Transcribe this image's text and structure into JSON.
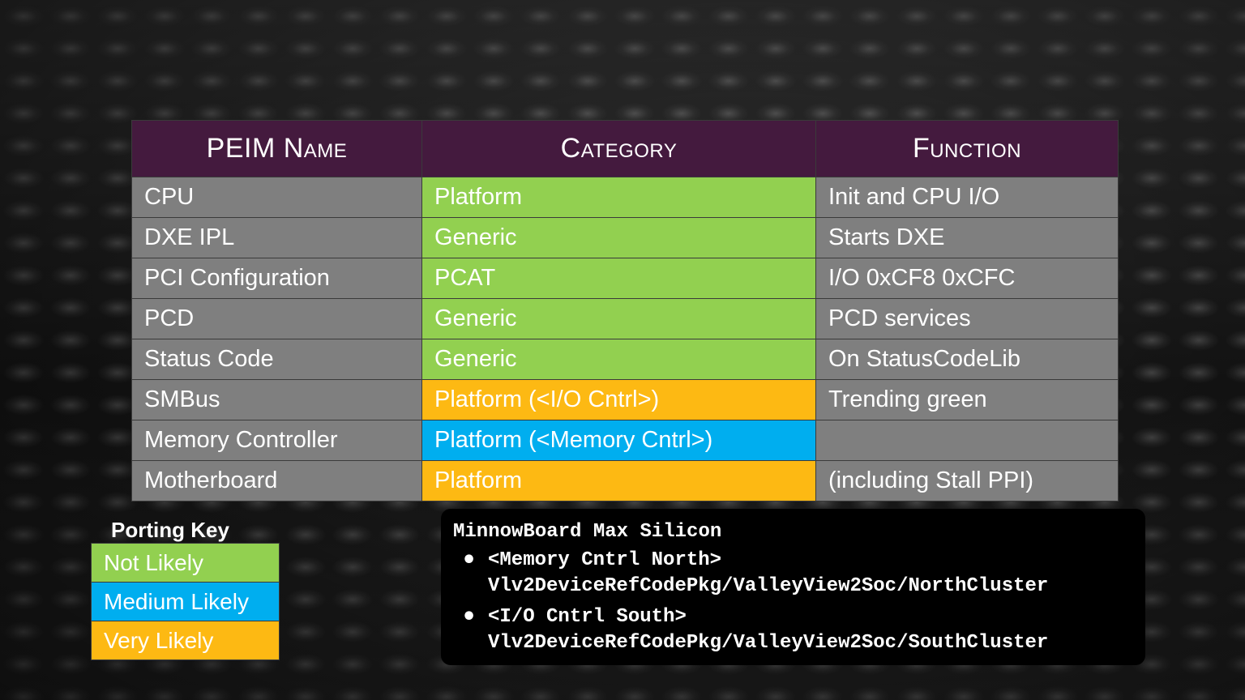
{
  "table": {
    "headers": [
      "PEIM Name",
      "Category",
      "Function"
    ],
    "rows": [
      {
        "name": "CPU",
        "category": "Platform",
        "category_color": "green",
        "function": "Init and CPU I/O"
      },
      {
        "name": "DXE IPL",
        "category": "Generic",
        "category_color": "green",
        "function": "Starts DXE"
      },
      {
        "name": "PCI Configuration",
        "category": "PCAT",
        "category_color": "green",
        "function": "I/O 0xCF8 0xCFC"
      },
      {
        "name": "PCD",
        "category": "Generic",
        "category_color": "green",
        "function": "PCD services"
      },
      {
        "name": "Status Code",
        "category": "Generic",
        "category_color": "green",
        "function": "On StatusCodeLib"
      },
      {
        "name": "SMBus",
        "category": "Platform (<I/O Cntrl>)",
        "category_color": "orange",
        "function": "Trending green"
      },
      {
        "name": "Memory Controller",
        "category": "Platform (<Memory Cntrl>)",
        "category_color": "blue",
        "function": ""
      },
      {
        "name": "Motherboard",
        "category": "Platform",
        "category_color": "orange",
        "function": "(including Stall PPI)"
      }
    ]
  },
  "porting_key": {
    "title": "Porting Key",
    "items": [
      {
        "label": "Not Likely",
        "color": "#92d050"
      },
      {
        "label": "Medium Likely",
        "color": "#00aeef"
      },
      {
        "label": "Very Likely",
        "color": "#fdb913"
      }
    ]
  },
  "code_box": {
    "title": "MinnowBoard Max Silicon",
    "bullets": [
      {
        "tag": "<Memory Cntrl North>",
        "path": "Vlv2DeviceRefCodePkg/ValleyView2Soc/NorthCluster"
      },
      {
        "tag": "<I/O Cntrl South>",
        "path": "Vlv2DeviceRefCodePkg/ValleyView2Soc/SouthCluster"
      }
    ]
  },
  "colors": {
    "header_bg": "#441a3e",
    "cell_gray": "#7f7f7f",
    "green": "#92d050",
    "blue": "#00aeef",
    "orange": "#fdb913"
  }
}
